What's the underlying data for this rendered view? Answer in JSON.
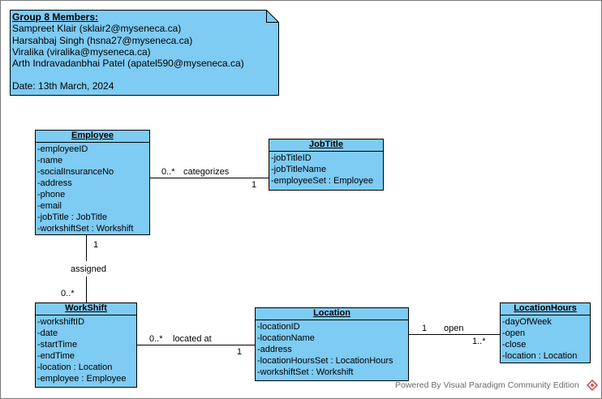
{
  "note": {
    "title": "Group 8 Members:",
    "lines": [
      "Sampreet Klair (sklair2@myseneca.ca)",
      "Harsahbaj Singh (hsna27@myseneca.ca)",
      "Viralika (viralika@myseneca.ca)",
      "Arth Indravadanbhai Patel (apatel590@myseneca.ca)"
    ],
    "date": "Date: 13th March, 2024"
  },
  "classes": {
    "employee": {
      "name": "Employee",
      "attributes": [
        "-employeeID",
        "-name",
        "-socialInsuranceNo",
        "-address",
        "-phone",
        "-email",
        "-jobTitle : JobTitle",
        "-workshiftSet : Workshift"
      ]
    },
    "jobtitle": {
      "name": "JobTitle",
      "attributes": [
        "-jobTitleID",
        "-jobTitleName",
        "-employeeSet : Employee"
      ]
    },
    "workshift": {
      "name": "WorkShift",
      "attributes": [
        "-workshiftID",
        "-date",
        "-startTime",
        "-endTime",
        "-location : Location",
        "-employee : Employee"
      ]
    },
    "location": {
      "name": "Location",
      "attributes": [
        "-locationID",
        "-locationName",
        "-address",
        "-locationHoursSet : LocationHours",
        "-workshiftSet : Workshift"
      ]
    },
    "locationhours": {
      "name": "LocationHours",
      "attributes": [
        "-dayOfWeek",
        "-open",
        "-close",
        "-location : Location"
      ]
    }
  },
  "associations": {
    "categorizes": {
      "label": "categorizes",
      "source_mult": "0..*",
      "target_mult": "1"
    },
    "assigned": {
      "label": "assigned",
      "source_mult": "1",
      "target_mult": "0..*"
    },
    "located_at": {
      "label": "located at",
      "source_mult": "0..*",
      "target_mult": "1"
    },
    "open": {
      "label": "open",
      "source_mult": "1",
      "target_mult": "1..*"
    }
  },
  "watermark": "Powered By Visual Paradigm Community Edition",
  "colors": {
    "class_fill": "#7ecbf3",
    "note_fill": "#7ecbf3",
    "logo": "#d9534f"
  }
}
